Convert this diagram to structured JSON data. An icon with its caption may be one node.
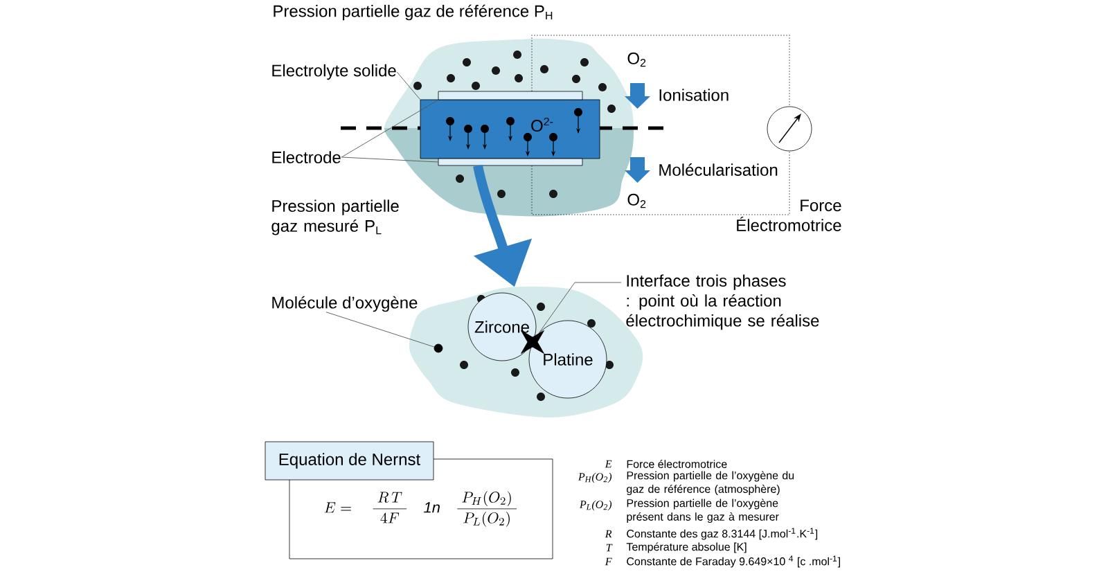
{
  "diagram": {
    "nodes": [
      {
        "text": [],
        "shape": "cloud"
      },
      {
        "text": [
          "O$^{2-}$"
        ],
        "in": 0
      },
      {
        "text": [],
        "shape": "bar",
        "in": 0
      },
      {
        "text": [],
        "shape": "bar",
        "in": 0
      },
      {
        "text": [
          "Electrolyte solide"
        ]
      },
      {
        "text": [
          "Electrode"
        ]
      },
      {
        "text": [],
        "shape": "cloud"
      },
      {
        "text": [
          "Zircone"
        ],
        "in": 6
      },
      {
        "text": [
          "Platine"
        ],
        "in": 6
      },
      {
        "text": [],
        "shape": "circle",
        "in": 6
      },
      {
        "text": [],
        "shape": "star",
        "in": 6
      },
      {
        "text": [
          "Molécule d’oxygène"
        ]
      },
      {
        "text": [
          "Interface trois phases : point où la réaction électrochimique se réalise"
        ]
      },
      {
        "text": [],
        "shape": "circle"
      },
      {
        "text": [
          "Equation de Nernst"
        ]
      },
      {
        "text": [
          "E = \\quad \\frac{\\;R\\,T\\;}{4F} \\quad \\mathit{1n} \\quad \\frac{\\;P_{H}(O_{2})\\;}{P_{L}(O_{2})}"
        ]
      }
    ],
    "edges": [
      {
        "from": 4,
        "to": 1,
        "arrow": "none"
      },
      {
        "from": 5,
        "to": 2,
        "arrow": "none"
      },
      {
        "from": 5,
        "to": 3,
        "arrow": "none"
      },
      {
        "from": 3,
        "to": 6,
        "arrow": "to",
        "style": "thick",
        "color": "#2e7fc4"
      },
      {
        "from": 11,
        "to": 9,
        "arrow": "none"
      },
      {
        "from": 12,
        "to": 10,
        "arrow": "none"
      },
      {
        "from": 2,
        "to": 13,
        "arrow": "none",
        "style": "dashed"
      },
      {
        "from": 3,
        "to": 13,
        "arrow": "none",
        "style": "dashed"
      }
    ],
    "labels": [
      "Pression partielle gaz de référence  P$_{H}$",
      "O$_{2}$",
      "Ionisation",
      "Molécularisation",
      "O$_{2}$",
      "Pression partielle gaz mesuré P$_{L}$",
      "Force Électromotrice",
      "E",
      "Force électromotrice",
      "P$_{H}$(O$_{2}$)",
      "Pression partielle de l’oxygène du gaz de référence (atmosphère)",
      "P$_{L}$(O$_{2}$)",
      "Pression partielle de l’oxygène présent dans le gaz à mesurer",
      "R",
      "Constante des gaz 8.3144 [J.mol$^{-1}$.K$^{-1}$]",
      "T",
      "Température absolue [K]",
      "F",
      "Constante de Faraday 9.649×10 $^{4}$ [c .mol$^{-1}$]"
    ]
  }
}
